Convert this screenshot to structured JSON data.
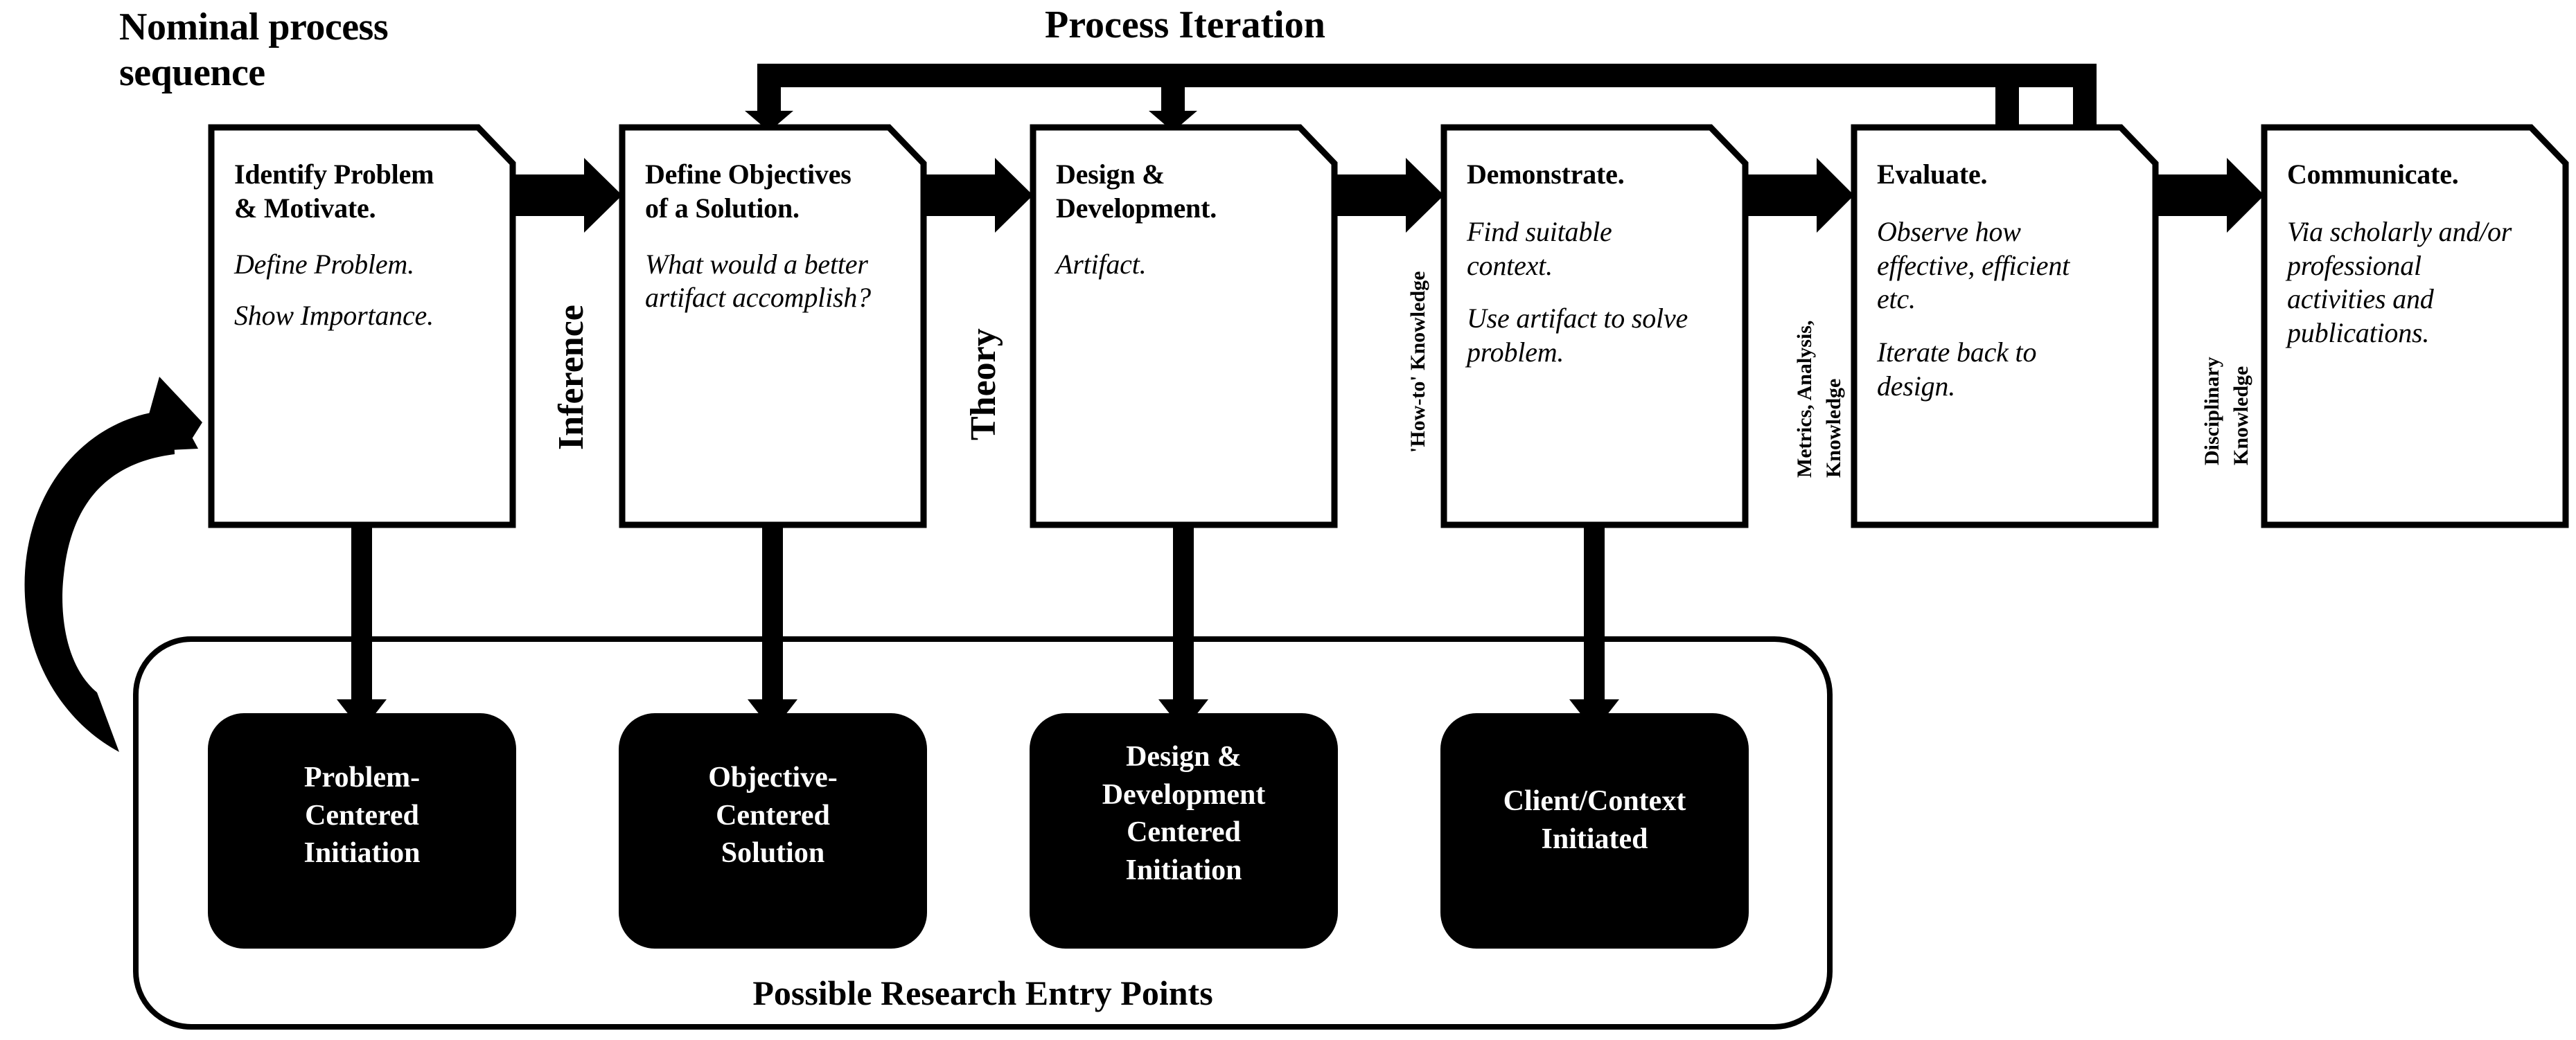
{
  "diagram": {
    "title_left": "Nominal process\nsequence",
    "title_left_line1": "Nominal process",
    "title_left_line2": "sequence",
    "iteration_label": "Process Iteration",
    "entry_points_caption": "Possible Research Entry Points",
    "colors": {
      "ink": "#000000",
      "paper": "#ffffff",
      "box_fill": "#ffffff",
      "entry_fill": "#000000",
      "entry_text": "#ffffff"
    }
  },
  "process_steps": [
    {
      "id": "identify-problem",
      "heading_lines": [
        "Identify Problem",
        "& Motivate."
      ],
      "body_lines": [
        "Define Problem.",
        "Show Importance."
      ]
    },
    {
      "id": "define-objectives",
      "heading_lines": [
        "Define Objectives",
        "of a Solution."
      ],
      "body_lines": [
        "What would a better",
        "artifact accomplish?"
      ]
    },
    {
      "id": "design-development",
      "heading_lines": [
        "Design &",
        "Development."
      ],
      "body_lines": [
        "Artifact."
      ]
    },
    {
      "id": "demonstrate",
      "heading_lines": [
        "Demonstrate."
      ],
      "body_lines": [
        "Find suitable",
        "context.",
        "",
        "Use artifact to solve",
        "problem."
      ]
    },
    {
      "id": "evaluate",
      "heading_lines": [
        "Evaluate."
      ],
      "body_lines": [
        "Observe how",
        "effective, efficient",
        "etc.",
        "",
        "Iterate back to",
        "design."
      ]
    },
    {
      "id": "communicate",
      "heading_lines": [
        "Communicate."
      ],
      "body_lines": [
        "Via scholarly and/or",
        "professional",
        "activities and",
        "publications."
      ]
    }
  ],
  "connector_labels": [
    {
      "id": "inference",
      "lines": [
        "Inference"
      ],
      "size": "large"
    },
    {
      "id": "theory",
      "lines": [
        "Theory"
      ],
      "size": "large"
    },
    {
      "id": "how-to-knowledge",
      "lines": [
        "'How-to' Knowledge"
      ],
      "size": "small"
    },
    {
      "id": "metrics-analysis-knowledge",
      "lines": [
        "Metrics, Analysis,",
        "Knowledge"
      ],
      "size": "small"
    },
    {
      "id": "disciplinary-knowledge",
      "lines": [
        "Disciplinary",
        "Knowledge"
      ],
      "size": "small"
    }
  ],
  "entry_points": [
    {
      "id": "problem-centered-initiation",
      "lines": [
        "Problem-",
        "Centered",
        "Initiation"
      ]
    },
    {
      "id": "objective-centered-solution",
      "lines": [
        "Objective-",
        "Centered",
        "Solution"
      ]
    },
    {
      "id": "design-development-centered-initiation",
      "lines": [
        "Design &",
        "Development",
        "Centered",
        "Initiation"
      ]
    },
    {
      "id": "client-context-initiated",
      "lines": [
        "Client/Context",
        "Initiated"
      ]
    }
  ]
}
